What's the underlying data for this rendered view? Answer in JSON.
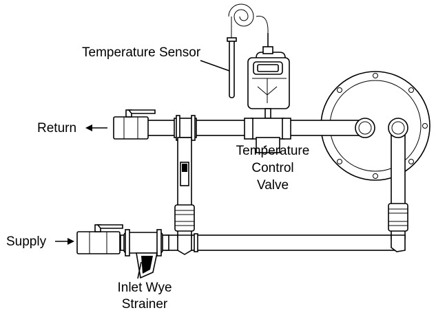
{
  "labels": {
    "temperature_sensor": "Temperature Sensor",
    "return": "Return",
    "supply": "Supply",
    "valve_line1": "Temperature",
    "valve_line2": "Control",
    "valve_line3": "Valve",
    "strainer_line1": "Inlet Wye",
    "strainer_line2": "Strainer"
  }
}
